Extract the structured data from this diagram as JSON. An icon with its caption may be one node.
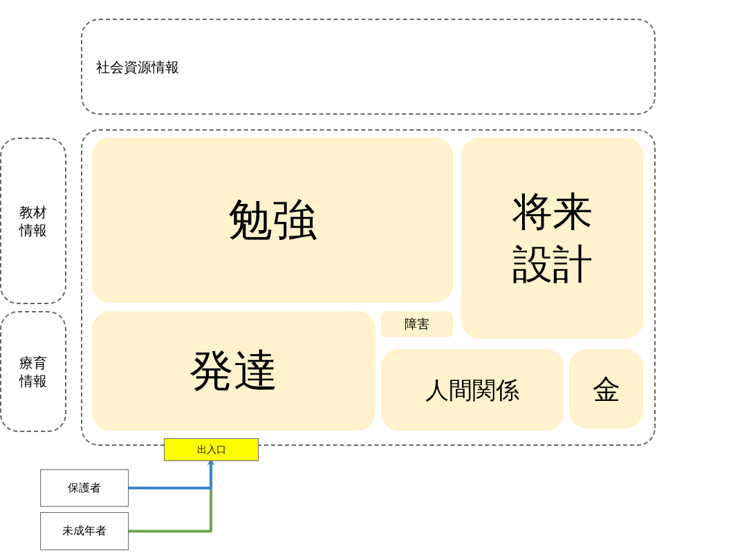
{
  "diagram": {
    "nodes": [
      {
        "text": [
          "社会資源情報"
        ]
      },
      {
        "text": [],
        "shape": "box"
      },
      {
        "text": [
          "勉強"
        ],
        "in": 1
      },
      {
        "text": [
          "将来設計"
        ],
        "in": 1
      },
      {
        "text": [
          "障害"
        ],
        "in": 1
      },
      {
        "text": [
          "発達"
        ],
        "in": 1
      },
      {
        "text": [
          "人間関係"
        ],
        "in": 1
      },
      {
        "text": [
          "金"
        ],
        "in": 1
      },
      {
        "text": [
          "教材情報"
        ]
      },
      {
        "text": [
          "療育情報"
        ]
      },
      {
        "text": [
          "出入口"
        ]
      },
      {
        "text": [
          "保護者"
        ]
      },
      {
        "text": [
          "未成年者"
        ]
      }
    ],
    "edges": [
      {
        "from": 11,
        "to": 10,
        "arrow": "to",
        "color": "#3d85c6"
      },
      {
        "from": 12,
        "to": 10,
        "arrow": "to",
        "color": "#6aa84f"
      }
    ]
  }
}
